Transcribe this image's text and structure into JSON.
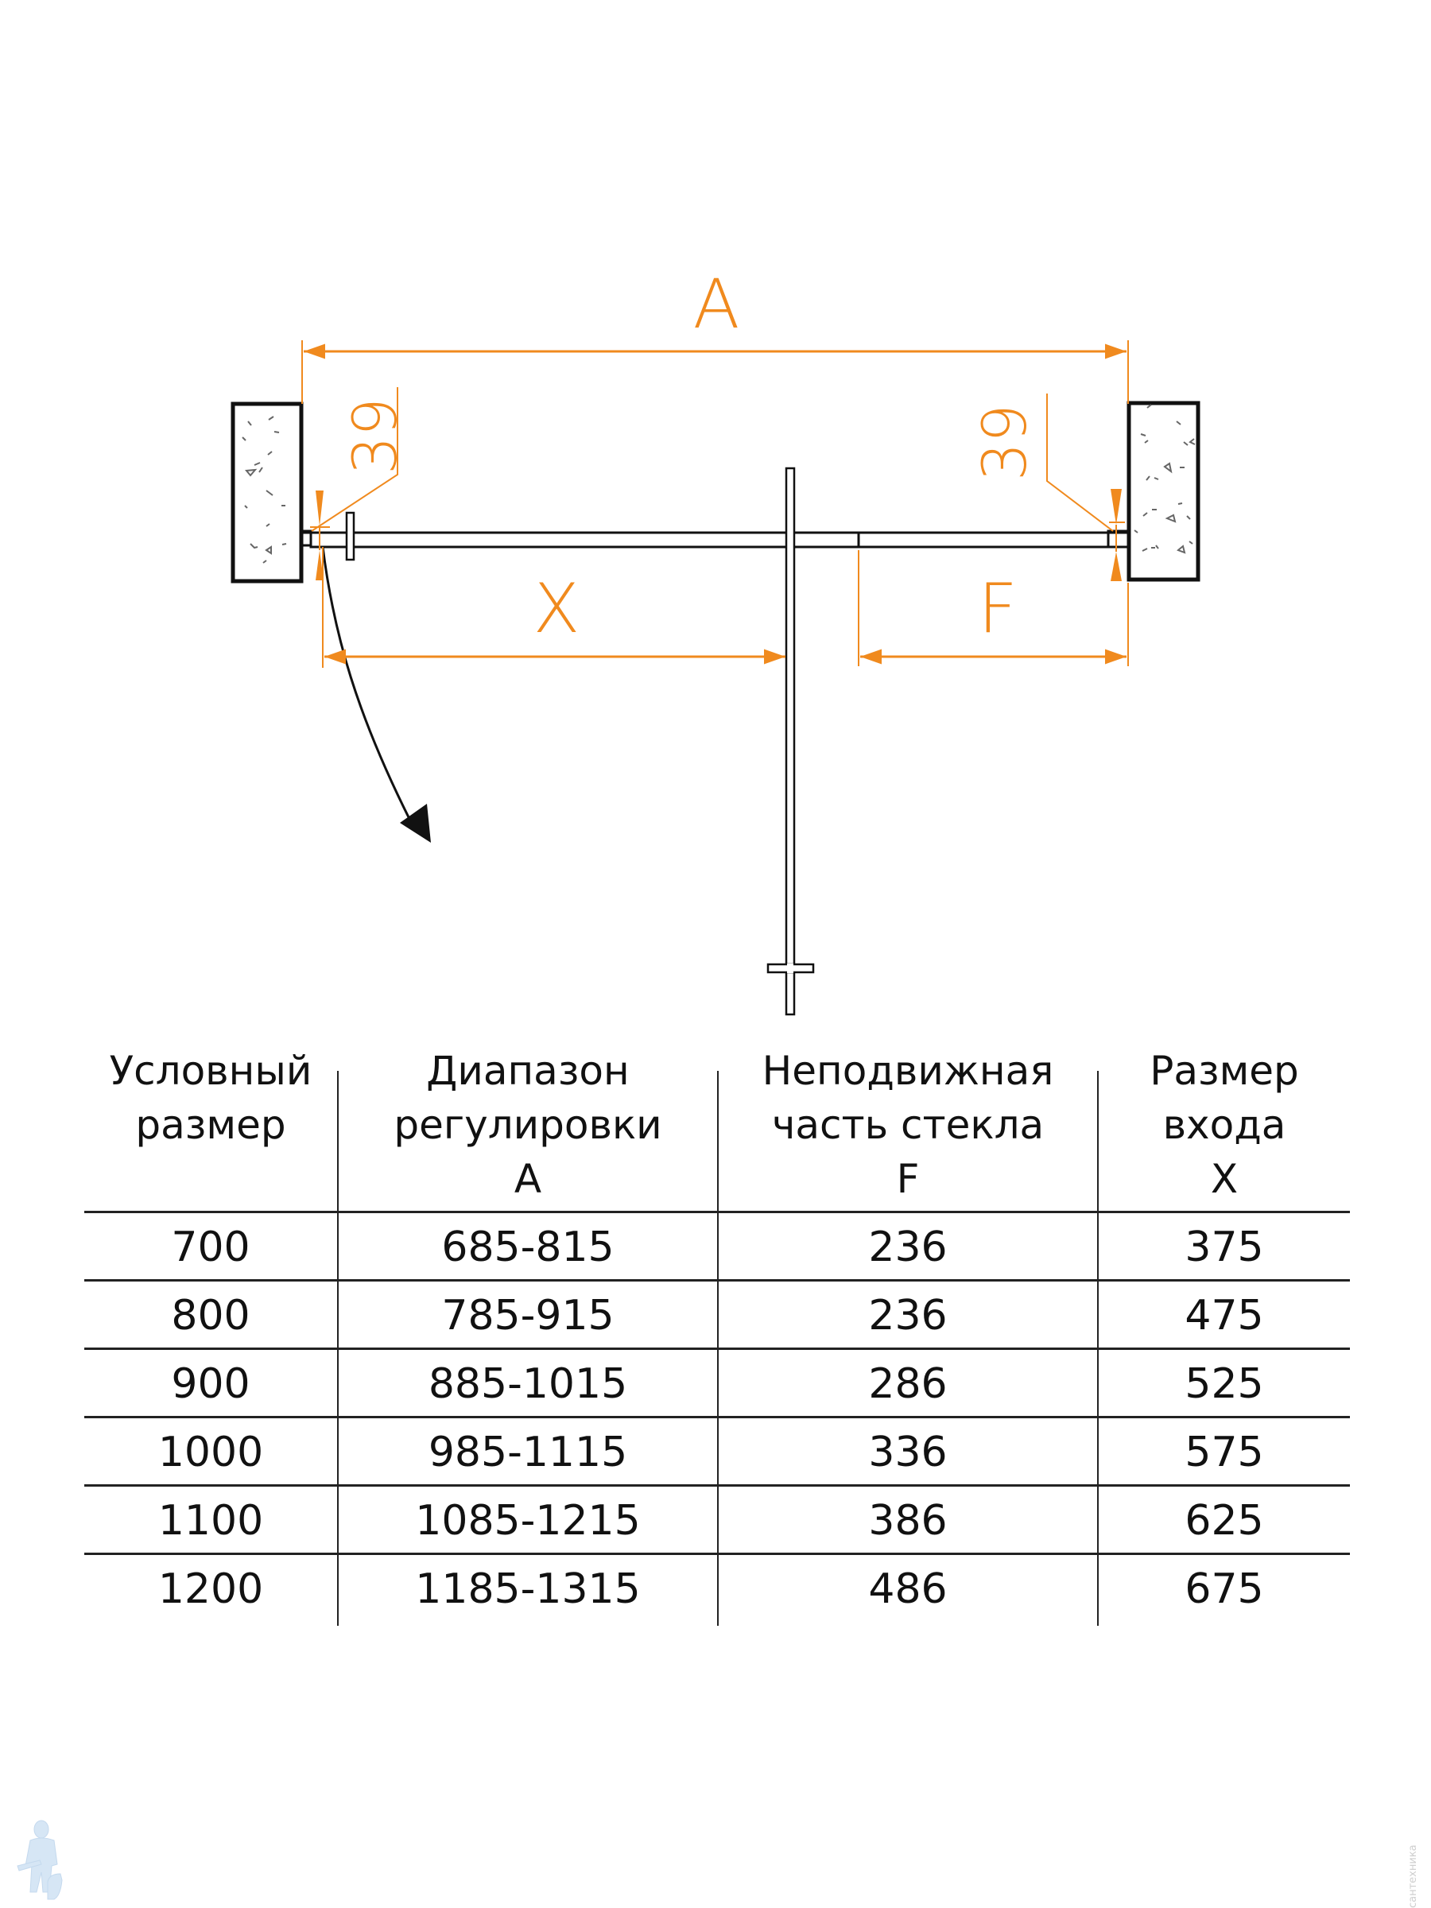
{
  "drawing": {
    "accent_color": "#F08A1E",
    "line_color": "#111111",
    "labels": {
      "dimension_a": "A",
      "dimension_x": "X",
      "dimension_f": "F",
      "left_gap": "39",
      "right_gap": "39"
    }
  },
  "table": {
    "headers": [
      {
        "lines": [
          "Условный",
          "размер",
          ""
        ]
      },
      {
        "lines": [
          "Диапазон",
          "регулировки",
          "A"
        ]
      },
      {
        "lines": [
          "Неподвижная",
          "часть стекла",
          "F"
        ]
      },
      {
        "lines": [
          "Размер",
          "входа",
          "X"
        ]
      }
    ],
    "rows": [
      [
        "700",
        "685-815",
        "236",
        "375"
      ],
      [
        "800",
        "785-915",
        "236",
        "475"
      ],
      [
        "900",
        "885-1015",
        "286",
        "525"
      ],
      [
        "1000",
        "985-1115",
        "336",
        "575"
      ],
      [
        "1100",
        "1085-1215",
        "386",
        "625"
      ],
      [
        "1200",
        "1185-1315",
        "486",
        "675"
      ]
    ]
  },
  "watermark": {
    "text": "сантехника",
    "logo": "plumber-mascot-icon"
  }
}
